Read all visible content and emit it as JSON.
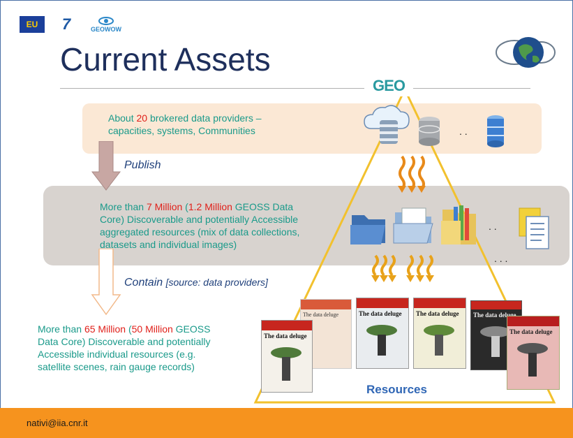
{
  "logos": {
    "eu": "EU",
    "fp7": "7",
    "geowow": "GEOWOW"
  },
  "title": "Current Assets",
  "geo_label": "GEO",
  "band1": {
    "pre": "About ",
    "num": "20",
    "post": " brokered data providers –",
    "line2": "capacities, systems, Communities"
  },
  "publish_label": "Publish",
  "band2": {
    "pre": "More than ",
    "num1": "7 Million",
    "mid1": " (",
    "num2": "1.2 Million",
    "mid2": " GEOSS Data",
    "line2": "Core) Discoverable and potentially Accessible",
    "line3": "aggregated resources (mix of data collections,",
    "line4": "datasets and individual images)"
  },
  "contain_label": "Contain",
  "contain_source": "[source: data providers]",
  "band3": {
    "pre": "More than ",
    "num1": "65 Million",
    "mid1": " (",
    "num2": "50 Million",
    "mid2": " GEOSS",
    "line2": "Data Core) Discoverable and potentially",
    "line3": "Accessible individual resources (e.g.",
    "line4": "satellite scenes, rain gauge records)"
  },
  "ellipsis": ". .",
  "ellipsis2": ". . .",
  "resources_label": "Resources",
  "magazine_title": "The data deluge",
  "footer": {
    "email": "nativi@iia.cnr.it"
  },
  "colors": {
    "teal_text": "#1a9a8a",
    "red_num": "#e0201a",
    "footer_orange": "#f6931e",
    "triangle": "#f2c12e"
  }
}
